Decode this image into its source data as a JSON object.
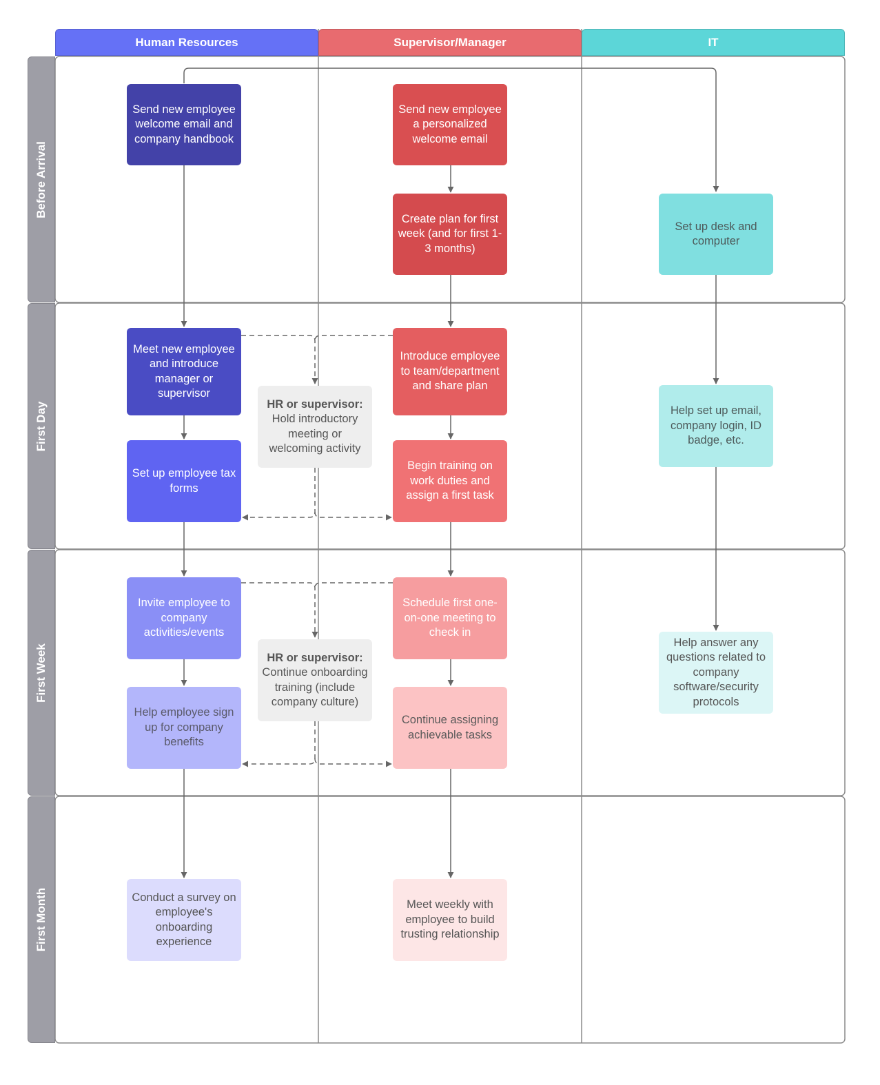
{
  "lanes": {
    "hr": "Human Resources",
    "supervisor": "Supervisor/Manager",
    "it": "IT"
  },
  "phases": {
    "before_arrival": "Before Arrival",
    "first_day": "First Day",
    "first_week": "First Week",
    "first_month": "First Month"
  },
  "nodes": {
    "hr_welcome_email": "Send new employee welcome email and company handbook",
    "hr_meet_employee": "Meet new employee and introduce manager or supervisor",
    "hr_tax_forms": "Set up employee tax forms",
    "hr_invite_events": "Invite employee to company activities/events",
    "hr_benefits": "Help employee sign up for company benefits",
    "hr_survey": "Conduct a survey on employee's onboarding experience",
    "sup_personal_email": "Send new employee a personalized welcome email",
    "sup_create_plan": "Create plan for first week (and for first 1-3 months)",
    "sup_introduce_team": "Introduce employee to team/department and share plan",
    "sup_begin_training": "Begin training on work duties and assign a first task",
    "sup_schedule_1on1": "Schedule first one-on-one meeting to check in",
    "sup_continue_tasks": "Continue assigning achievable tasks",
    "sup_weekly_meetings": "Meet weekly with employee to build trusting relationship",
    "it_desk_computer": "Set up desk and computer",
    "it_email_login": "Help set up email, company login, ID badge, etc.",
    "it_answer_questions": "Help answer any questions related to company software/security protocols",
    "shared_intro_meeting": {
      "heading": "HR or supervisor:",
      "text": "Hold introductory meeting or welcoming activity"
    },
    "shared_onboarding_training": {
      "heading": "HR or supervisor:",
      "text": "Continue onboarding training (include company culture)"
    }
  },
  "colors": {
    "hr_header": "#6571f6",
    "supervisor_header": "#e86b6f",
    "it_header": "#5cd6d8",
    "phase_header": "#9e9ea6",
    "hr_1": "#4342a8",
    "hr_2": "#4a4cc4",
    "hr_3": "#5f64f2",
    "hr_4": "#8a8ff6",
    "hr_5": "#b3b6fb",
    "hr_6": "#dcdcfd",
    "sup_1": "#d94f51",
    "sup_2": "#d44b4e",
    "sup_3": "#e45e60",
    "sup_4": "#f07274",
    "sup_5": "#f69d9f",
    "sup_6": "#fcc3c4",
    "sup_7": "#fde6e6",
    "it_1": "#80dfe0",
    "it_2": "#b0eceb",
    "it_3": "#dcf6f6",
    "shared": "#eeeeee"
  }
}
